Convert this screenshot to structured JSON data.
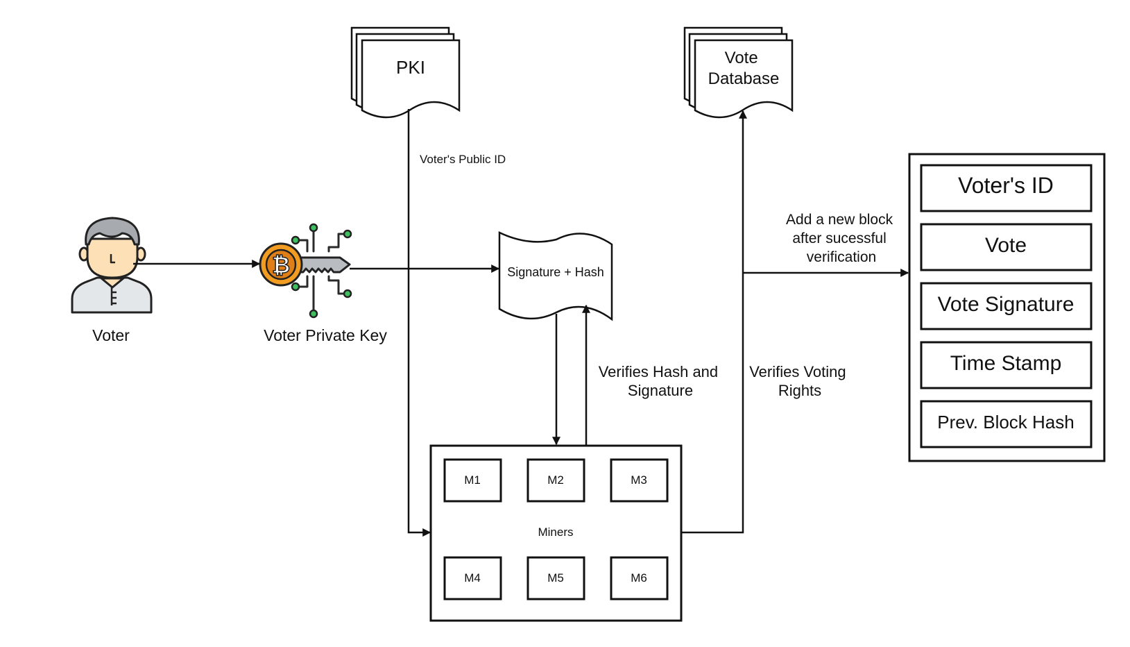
{
  "labels": {
    "voter": "Voter",
    "private_key": "Voter Private Key",
    "pki": "PKI",
    "vote_database": [
      "Vote",
      "Database"
    ],
    "signature_hash": "Signature + Hash",
    "public_id": "Voter's Public ID",
    "verifies_hash": [
      "Verifies Hash and",
      "Signature"
    ],
    "verifies_voting": [
      "Verifies Voting",
      "Rights"
    ],
    "add_block": [
      "Add a new block",
      "after sucessful",
      "verification"
    ],
    "miners": "Miners"
  },
  "miners": [
    "M1",
    "M2",
    "M3",
    "M4",
    "M5",
    "M6"
  ],
  "block_fields": [
    "Voter's ID",
    "Vote",
    "Vote Signature",
    "Time Stamp",
    "Prev. Block Hash"
  ],
  "colors": {
    "stroke": "#111111",
    "coin": "#f39c22",
    "coin_dark": "#e07f17",
    "key_gray": "#b9bcc0",
    "circuit_dot": "#3fbf5f",
    "skin": "#fde0b5",
    "hair": "#a7abb0",
    "shirt": "#e4e7ea"
  },
  "icons": {
    "voter": "person-avatar-icon",
    "private_key": "bitcoin-digital-key-icon"
  }
}
